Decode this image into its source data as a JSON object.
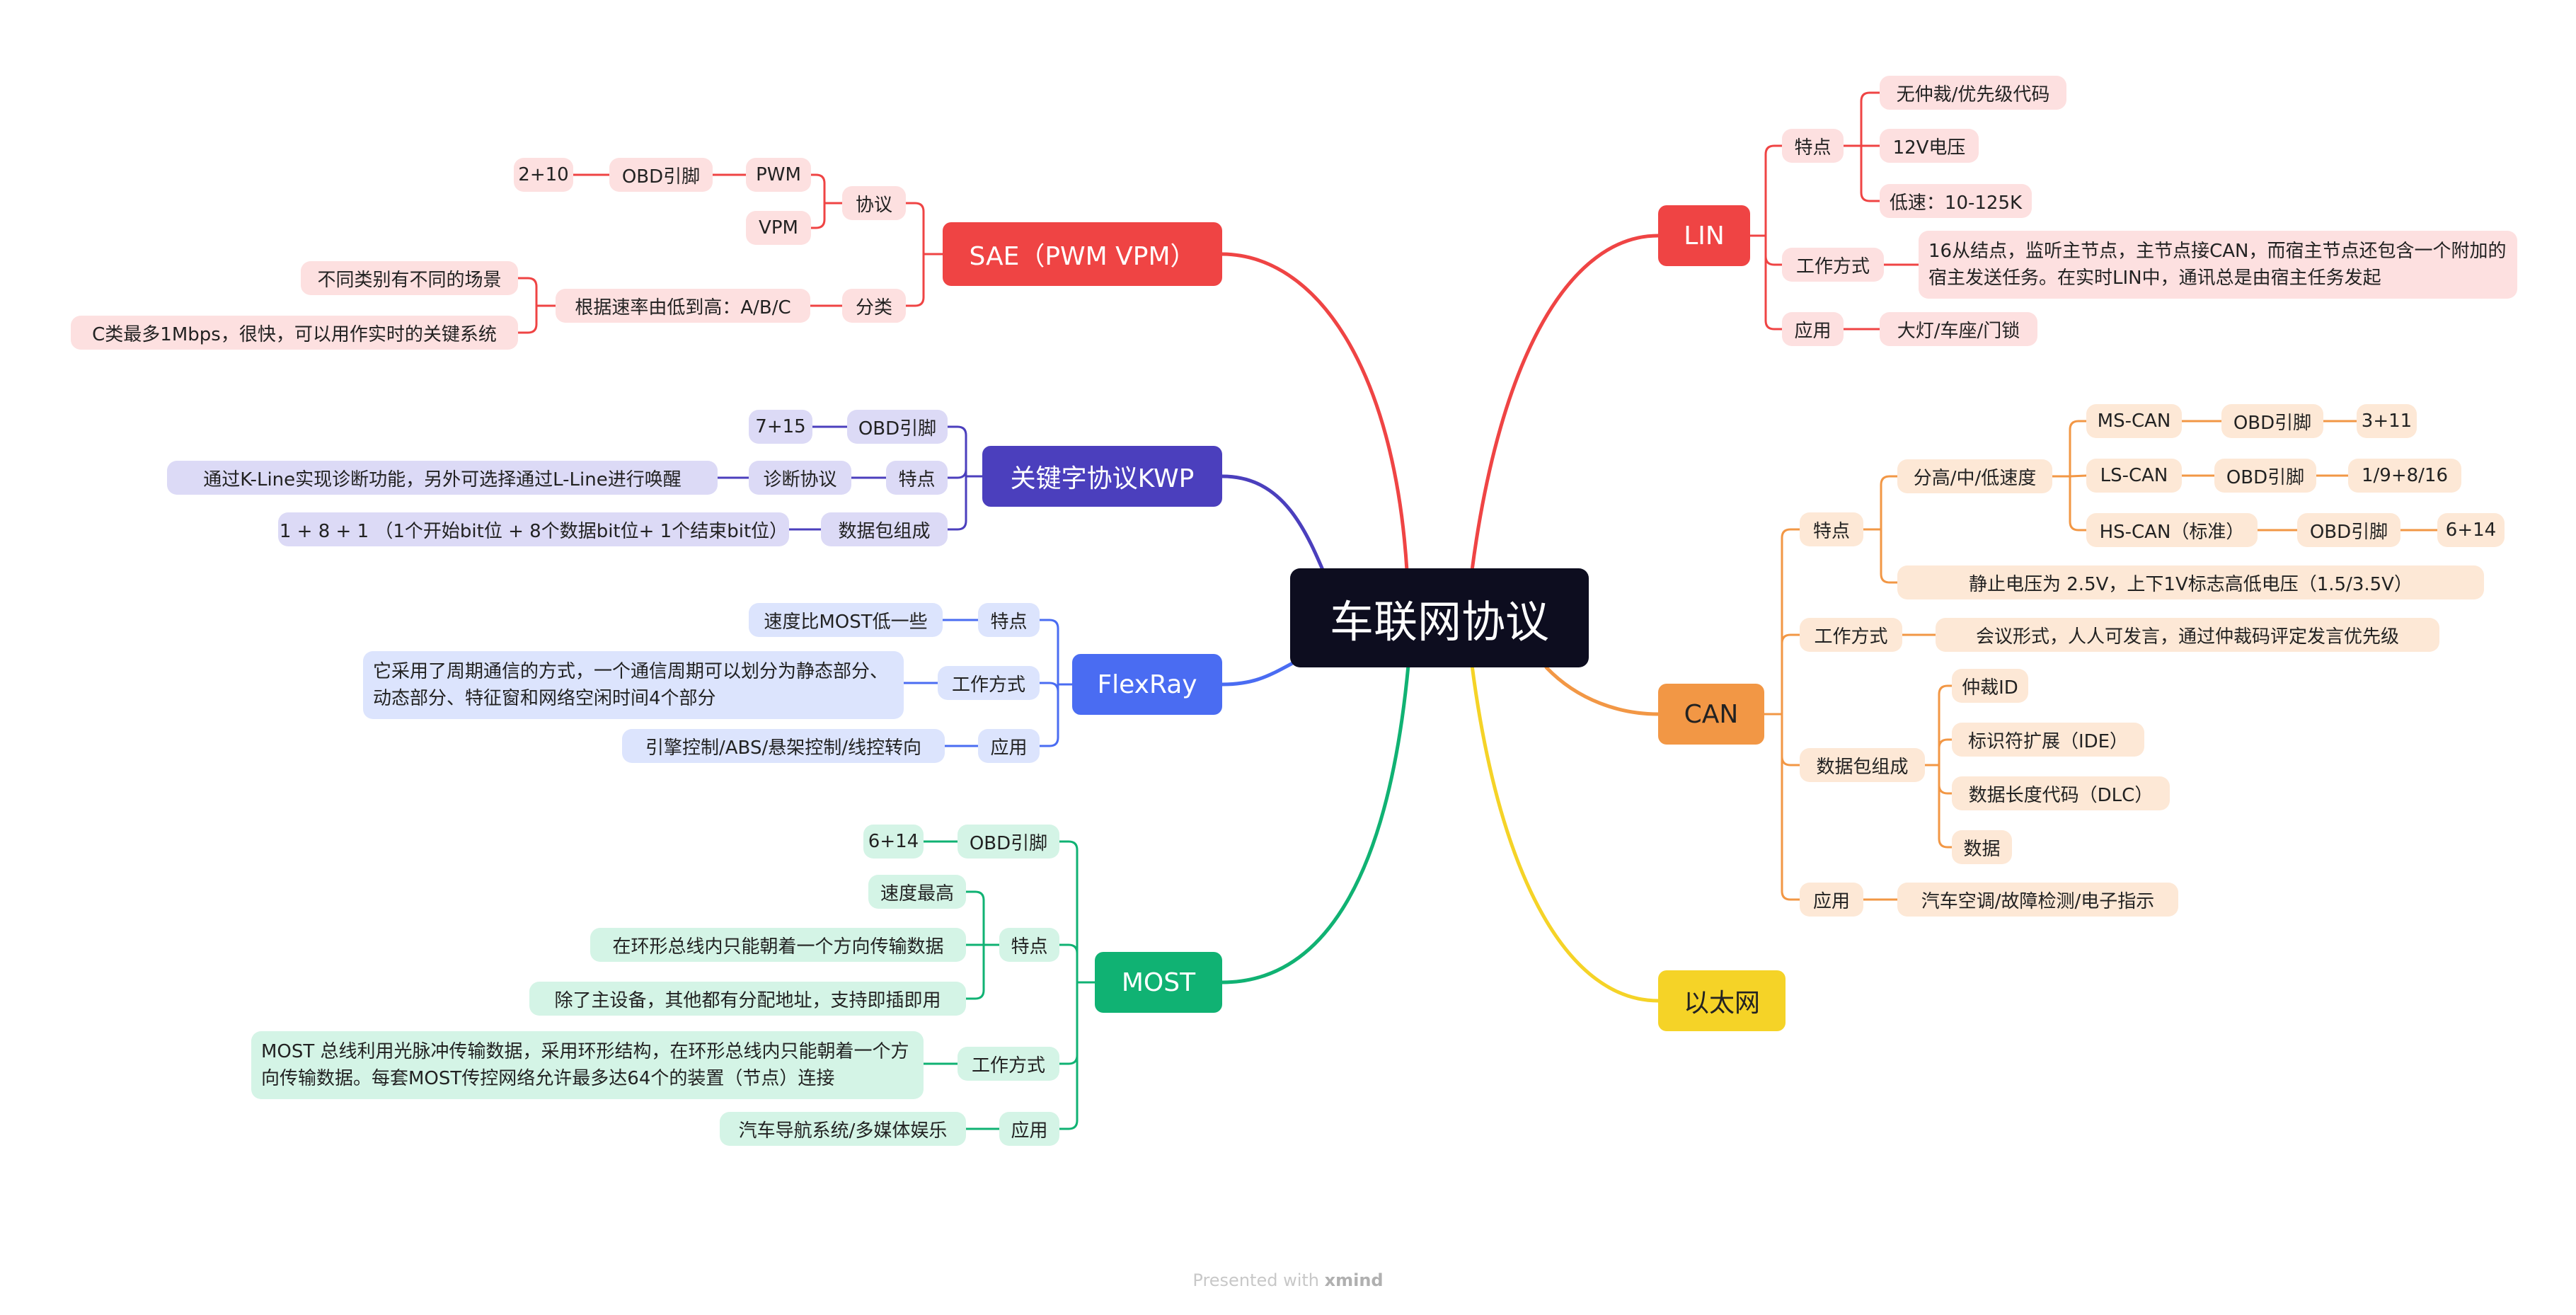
{
  "root": {
    "label": "车联网协议"
  },
  "colors": {
    "root": "#0d0d1f",
    "sae": "#ef4444",
    "sae_sub": "#fde0e0",
    "kwp": "#4b3fbd",
    "kwp_sub": "#dcdaf6",
    "flexray": "#4a6cf2",
    "flexray_sub": "#dce4fd",
    "most": "#10b273",
    "most_sub": "#d4f4e6",
    "lin": "#ef4444",
    "lin_sub": "#fde0e0",
    "can": "#f29745",
    "can_sub": "#fde8d6",
    "ethernet": "#f5d327"
  },
  "left": {
    "sae": {
      "label": "SAE（PWM VPM）",
      "protocol": "协议",
      "pwm": "PWM",
      "obd_pin": "OBD引脚",
      "pin_value": "2+10",
      "vpm": "VPM",
      "classify": "分类",
      "by_rate": "根据速率由低到高：A/B/C",
      "diff_scene": "不同类别有不同的场景",
      "class_c": "C类最多1Mbps，很快，可以用作实时的关键系统"
    },
    "kwp": {
      "label": "关键字协议KWP",
      "obd_pin": "OBD引脚",
      "pin_value": "7+15",
      "feature": "特点",
      "diag_protocol": "诊断协议",
      "diag_desc": "通过K-Line实现诊断功能，另外可选择通过L-Line进行唤醒",
      "packet": "数据包组成",
      "packet_desc": "1 + 8 + 1 （1个开始bit位 + 8个数据bit位+ 1个结束bit位）"
    },
    "flexray": {
      "label": "FlexRay",
      "feature": "特点",
      "feature_desc": "速度比MOST低一些",
      "mode": "工作方式",
      "mode_desc": "它采用了周期通信的方式，一个通信周期可以划分为静态部分、动态部分、特征窗和网络空闲时间4个部分",
      "app": "应用",
      "app_desc": "引擎控制/ABS/悬架控制/线控转向"
    },
    "most": {
      "label": "MOST",
      "obd_pin": "OBD引脚",
      "pin_value": "6+14",
      "feature": "特点",
      "f1": "速度最高",
      "f2": "在环形总线内只能朝着一个方向传输数据",
      "f3": "除了主设备，其他都有分配地址，支持即插即用",
      "mode": "工作方式",
      "mode_desc": "MOST 总线利用光脉冲传输数据，采用环形结构，在环形总线内只能朝着一个方向传输数据。每套MOST传控网络允许最多达64个的装置（节点）连接",
      "app": "应用",
      "app_desc": "汽车导航系统/多媒体娱乐"
    }
  },
  "right": {
    "lin": {
      "label": "LIN",
      "feature": "特点",
      "f1": "无仲裁/优先级代码",
      "f2": "12V电压",
      "f3": "低速：10-125K",
      "mode": "工作方式",
      "mode_desc": "16从结点，监听主节点，主节点接CAN，而宿主节点还包含一个附加的宿主发送任务。在实时LIN中，通讯总是由宿主任务发起",
      "app": "应用",
      "app_desc": "大灯/车座/门锁"
    },
    "can": {
      "label": "CAN",
      "feature": "特点",
      "speed": "分高/中/低速度",
      "ms": "MS-CAN",
      "ms_pin": "OBD引脚",
      "ms_val": "3+11",
      "ls": "LS-CAN",
      "ls_pin": "OBD引脚",
      "ls_val": "1/9+8/16",
      "hs": "HS-CAN（标准）",
      "hs_pin": "OBD引脚",
      "hs_val": "6+14",
      "voltage": "静止电压为 2.5V，上下1V标志高低电压（1.5/3.5V）",
      "mode": "工作方式",
      "mode_desc": "会议形式，人人可发言，通过仲裁码评定发言优先级",
      "packet": "数据包组成",
      "p1": "仲裁ID",
      "p2": "标识符扩展（IDE）",
      "p3": "数据长度代码（DLC）",
      "p4": "数据",
      "app": "应用",
      "app_desc": "汽车空调/故障检测/电子指示"
    },
    "ethernet": {
      "label": "以太网"
    }
  },
  "footer": {
    "presented": "Presented with",
    "brand": "xmind"
  }
}
